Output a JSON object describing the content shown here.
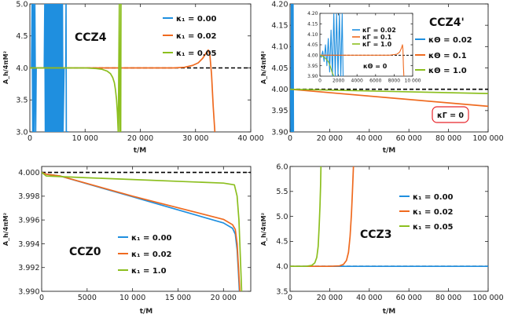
{
  "colors": {
    "blue": "#1f8fdf",
    "orange": "#ef6a1f",
    "green": "#8cbf1f",
    "ref": "#000000",
    "box": "#e8252b"
  },
  "chart_data": [
    {
      "id": "ccz4",
      "type": "line",
      "title": "CCZ4",
      "xlabel": "t/M",
      "ylabel": "A_h/4πM²",
      "xlim": [
        0,
        40000
      ],
      "ylim": [
        3.0,
        5.0
      ],
      "xticks": [
        0,
        10000,
        20000,
        30000,
        40000
      ],
      "xtick_labels": [
        "0",
        "10 000",
        "20 000",
        "30 000",
        "40 000"
      ],
      "yticks": [
        3.0,
        3.5,
        4.0,
        4.5,
        5.0
      ],
      "ytick_labels": [
        "3.0",
        "3.5",
        "4.0",
        "4.5",
        "5.0"
      ],
      "reference_line": 4.0,
      "legend": {
        "position": "top-right"
      },
      "series": [
        {
          "name": "κ₁ = 0.00",
          "color": "#1f8fdf",
          "x": [
            0,
            300,
            400,
            520,
            640,
            760,
            900,
            1050,
            1150,
            1300,
            2300,
            2600,
            2700,
            2800,
            2900,
            3000,
            3100,
            3200,
            3300,
            3400,
            3500,
            3600,
            3700,
            3800,
            3900,
            4000,
            4100,
            4200,
            4300,
            4400,
            4500,
            4600,
            4700,
            4800,
            4900,
            5000,
            5100,
            5200,
            5300,
            5400,
            5500,
            5600,
            5700,
            5800,
            5900,
            6000,
            6200,
            6500,
            6550,
            6600,
            7000
          ],
          "y": [
            4.0,
            4.0,
            5.0,
            3.0,
            5.0,
            3.0,
            5.0,
            3.0,
            4.0,
            4.0,
            4.0,
            4.0,
            5.0,
            3.0,
            5.0,
            3.0,
            5.0,
            3.0,
            5.0,
            3.0,
            5.0,
            3.0,
            5.0,
            3.0,
            5.0,
            3.0,
            5.0,
            3.0,
            5.0,
            3.0,
            5.0,
            3.0,
            5.0,
            3.0,
            5.0,
            3.0,
            5.0,
            3.0,
            5.0,
            3.0,
            5.0,
            3.0,
            5.0,
            3.0,
            5.0,
            3.0,
            4.0,
            4.0,
            5.0,
            3.0,
            3.0
          ]
        },
        {
          "name": "κ₁ = 0.02",
          "color": "#ef6a1f",
          "x": [
            0,
            5000,
            10000,
            20000,
            26000,
            28000,
            29500,
            30500,
            31300,
            31900,
            32300,
            32600,
            32900,
            33200,
            33500
          ],
          "y": [
            4.0,
            4.0,
            4.0,
            4.0,
            4.0,
            4.01,
            4.04,
            4.08,
            4.15,
            4.23,
            4.28,
            4.2,
            3.9,
            3.4,
            3.0
          ]
        },
        {
          "name": "κ₁ = 0.05",
          "color": "#8cbf1f",
          "x": [
            0,
            5000,
            10000,
            12000,
            13000,
            14000,
            14600,
            15000,
            15300,
            15500,
            15700,
            15850,
            15950,
            16000,
            16050,
            16100,
            16150,
            16200,
            16300,
            16450,
            16500
          ],
          "y": [
            4.0,
            4.0,
            4.0,
            3.99,
            3.98,
            3.95,
            3.91,
            3.85,
            3.77,
            3.66,
            3.5,
            3.3,
            3.1,
            3.0,
            3.4,
            4.0,
            4.5,
            5.0,
            3.0,
            3.0,
            5.0
          ]
        }
      ]
    },
    {
      "id": "ccz4prime",
      "type": "line",
      "title": "CCZ4'",
      "xlabel": "t/M",
      "ylabel": "A_h/4πM²",
      "xlim": [
        0,
        100000
      ],
      "ylim": [
        3.9,
        4.2
      ],
      "xticks": [
        0,
        20000,
        40000,
        60000,
        80000,
        100000
      ],
      "xtick_labels": [
        "0",
        "20 000",
        "40 000",
        "60 000",
        "80 000",
        "100 000"
      ],
      "yticks": [
        3.9,
        3.95,
        4.0,
        4.05,
        4.1,
        4.15,
        4.2
      ],
      "ytick_labels": [
        "3.90",
        "3.95",
        "4.00",
        "4.05",
        "4.10",
        "4.15",
        "4.20"
      ],
      "reference_line": 4.0,
      "legend": {
        "position": "top-right"
      },
      "annotation": "κΓ = 0",
      "series": [
        {
          "name": "κΘ = 0.02",
          "color": "#1f8fdf",
          "x": [
            0,
            300,
            500,
            700,
            900,
            1100,
            1300,
            1500,
            1700,
            1900
          ],
          "y": [
            4.0,
            4.0,
            3.9,
            4.2,
            3.9,
            4.2,
            3.9,
            4.2,
            3.9,
            3.9
          ]
        },
        {
          "name": "κΘ = 0.1",
          "color": "#ef6a1f",
          "x": [
            0,
            100000
          ],
          "y": [
            4.0,
            3.96
          ]
        },
        {
          "name": "κΘ = 1.0",
          "color": "#8cbf1f",
          "x": [
            0,
            100000
          ],
          "y": [
            4.0,
            3.99
          ]
        }
      ],
      "inset": {
        "xlim": [
          0,
          10000
        ],
        "ylim": [
          3.9,
          4.2
        ],
        "xticks": [
          0,
          2000,
          4000,
          6000,
          8000,
          10000
        ],
        "xtick_labels": [
          "0",
          "2000",
          "4000",
          "6000",
          "8000",
          "10 000"
        ],
        "yticks": [
          3.9,
          3.95,
          4.0,
          4.05,
          4.1,
          4.15,
          4.2
        ],
        "ytick_labels": [
          "3.90",
          "3.95",
          "4.00",
          "4.05",
          "4.10",
          "4.15",
          "4.20"
        ],
        "reference_line": 4.0,
        "annotation": "κΘ = 0",
        "series": [
          {
            "name": "κΓ = 0.02",
            "color": "#1f8fdf",
            "x": [
              0,
              150,
              300,
              450,
              600,
              750,
              900,
              1050,
              1200,
              1350,
              1500,
              1650,
              1800,
              1950,
              2100,
              2250,
              2400,
              2500
            ],
            "y": [
              4.0,
              3.99,
              4.02,
              3.97,
              4.05,
              3.95,
              4.08,
              3.92,
              4.12,
              3.9,
              4.2,
              3.9,
              4.2,
              3.9,
              4.2,
              3.9,
              4.2,
              3.9
            ]
          },
          {
            "name": "κΓ = 0.1",
            "color": "#ef6a1f",
            "x": [
              0,
              5000,
              7500,
              8300,
              8600,
              8800,
              8900,
              8950,
              9000,
              9050
            ],
            "y": [
              4.0,
              4.0,
              4.0,
              4.005,
              4.015,
              4.035,
              4.05,
              4.03,
              3.95,
              3.9
            ]
          },
          {
            "name": "κΓ = 1.0",
            "color": "#8cbf1f",
            "x": [
              0,
              300,
              600,
              900,
              1100,
              1300,
              1500
            ],
            "y": [
              4.0,
              3.995,
              3.985,
              3.97,
              3.95,
              3.92,
              3.9
            ]
          }
        ]
      }
    },
    {
      "id": "ccz0",
      "type": "line",
      "title": "CCZ0",
      "xlabel": "t/M",
      "ylabel": "A_h/4πM²",
      "xlim": [
        0,
        23000
      ],
      "ylim": [
        3.99,
        4.0005
      ],
      "xticks": [
        0,
        5000,
        10000,
        15000,
        20000
      ],
      "xtick_labels": [
        "0",
        "5000",
        "10 000",
        "15 000",
        "20 000"
      ],
      "yticks": [
        3.99,
        3.992,
        3.994,
        3.996,
        3.998,
        4.0
      ],
      "ytick_labels": [
        "3.990",
        "3.992",
        "3.994",
        "3.996",
        "3.998",
        "4.000"
      ],
      "reference_line": 4.0,
      "legend": {
        "position": "bottom-right"
      },
      "series": [
        {
          "name": "κ₁ = 0.00",
          "color": "#1f8fdf",
          "x": [
            0,
            500,
            2000,
            10000,
            20000,
            21000,
            21300,
            21500,
            21650,
            21750
          ],
          "y": [
            4.0,
            3.99985,
            3.9997,
            3.99795,
            3.99575,
            3.9953,
            3.9948,
            3.9935,
            3.9915,
            3.99
          ]
        },
        {
          "name": "κ₁ = 0.02",
          "color": "#ef6a1f",
          "x": [
            0,
            500,
            2000,
            10000,
            20000,
            21000,
            21300,
            21500,
            21650,
            21800
          ],
          "y": [
            4.0,
            3.99985,
            3.9997,
            3.998,
            3.99605,
            3.9956,
            3.9952,
            3.994,
            3.992,
            3.99
          ]
        },
        {
          "name": "κ₁ = 1.0",
          "color": "#8cbf1f",
          "x": [
            0,
            500,
            5000,
            10000,
            15000,
            20000,
            21200,
            21500,
            21700,
            21850,
            22000
          ],
          "y": [
            4.0,
            3.9997,
            3.99955,
            3.9994,
            3.99925,
            3.9991,
            3.99895,
            3.998,
            3.996,
            3.993,
            3.99
          ]
        }
      ]
    },
    {
      "id": "ccz3",
      "type": "line",
      "title": "CCZ3",
      "xlabel": "t/M",
      "ylabel": "A_h/4πM²",
      "xlim": [
        0,
        100000
      ],
      "ylim": [
        3.5,
        6.0
      ],
      "xticks": [
        0,
        20000,
        40000,
        60000,
        80000,
        100000
      ],
      "xtick_labels": [
        "0",
        "20 000",
        "40 000",
        "60 000",
        "80 000",
        "100 000"
      ],
      "yticks": [
        3.5,
        4.0,
        4.5,
        5.0,
        5.5,
        6.0
      ],
      "ytick_labels": [
        "3.5",
        "4.0",
        "4.5",
        "5.0",
        "5.5",
        "6.0"
      ],
      "reference_line": 4.0,
      "legend": {
        "position": "top-right"
      },
      "series": [
        {
          "name": "κ₁ = 0.00",
          "color": "#1f8fdf",
          "x": [
            0,
            100000
          ],
          "y": [
            4.0,
            4.0
          ]
        },
        {
          "name": "κ₁ = 0.02",
          "color": "#ef6a1f",
          "x": [
            0,
            20000,
            25000,
            27000,
            28500,
            29500,
            30300,
            31000,
            31500,
            32000
          ],
          "y": [
            4.0,
            4.0,
            4.01,
            4.04,
            4.12,
            4.28,
            4.6,
            5.05,
            5.5,
            6.0
          ]
        },
        {
          "name": "κ₁ = 0.05",
          "color": "#8cbf1f",
          "x": [
            0,
            8000,
            11000,
            12500,
            13500,
            14200,
            14700,
            15100,
            15400,
            15600
          ],
          "y": [
            4.0,
            4.0,
            4.02,
            4.07,
            4.18,
            4.4,
            4.8,
            5.2,
            5.6,
            6.0
          ]
        }
      ]
    }
  ]
}
